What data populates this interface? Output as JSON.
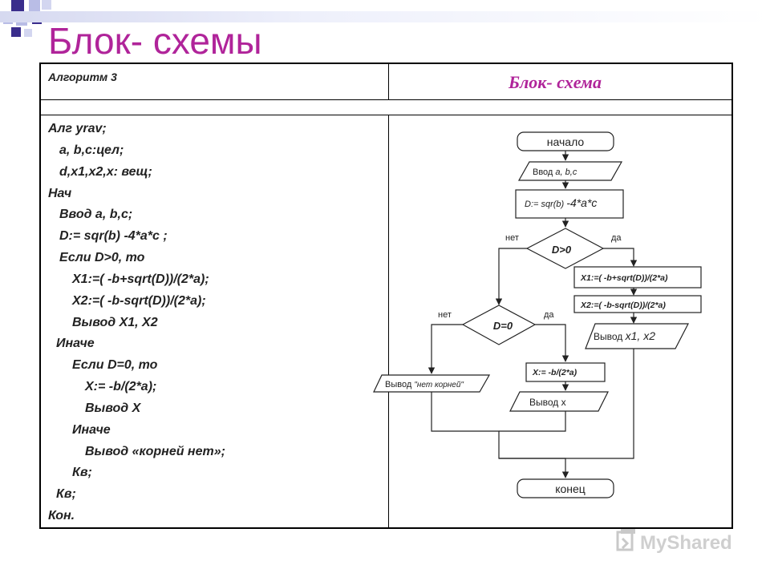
{
  "slide": {
    "title": "Блок- схемы"
  },
  "table": {
    "header_left": "Алгоритм 3",
    "header_right": "Блок- схема"
  },
  "code": [
    "Алг yrav;",
    "a, b,c:цел;",
    "d,x1,x2,x: вещ;",
    "Нач",
    "Ввод a, b,c;",
    "D:= sqr(b) -4*a*c ;",
    "Если D>0, то",
    "X1:=( -b+sqrt(D))/(2*a);",
    "X2:=( -b-sqrt(D))/(2*a);",
    "Вывод X1, X2",
    "Иначе",
    "Если D=0, то",
    "X:= -b/(2*a);",
    "Вывод X",
    "Иначе",
    "Вывод «корней нет»;",
    "Кв;",
    "Кв;",
    "Кон."
  ],
  "flow": {
    "start": "начало",
    "input_prefix": "Ввод",
    "input_vars": "a, b,c",
    "assign_d_prefix": "D:= sqr(b)",
    "assign_d_suffix": "-4*a*c",
    "cond_d_gt0": "D>0",
    "no1": "нет",
    "yes1": "да",
    "x1_formula": "X1:=( -b+sqrt(D))/(2*a)",
    "x2_formula": "X2:=( -b-sqrt(D))/(2*a)",
    "output_x1x2_prefix": "Вывод",
    "output_x1x2_vars": "x1, x2",
    "cond_d_eq0": "D=0",
    "no2": "нет",
    "yes2": "да",
    "x_formula": "X:= -b/(2*a)",
    "output_x": "Вывод x",
    "output_noroots_prefix": "Вывод",
    "output_noroots_text": "\"нет корней\"",
    "end": "конец"
  },
  "watermark": {
    "text": "MyShared"
  },
  "colors": {
    "title": "#b0249a",
    "accent_purple": "#3a2d8c",
    "accent_lilac": "#b9bde6"
  }
}
